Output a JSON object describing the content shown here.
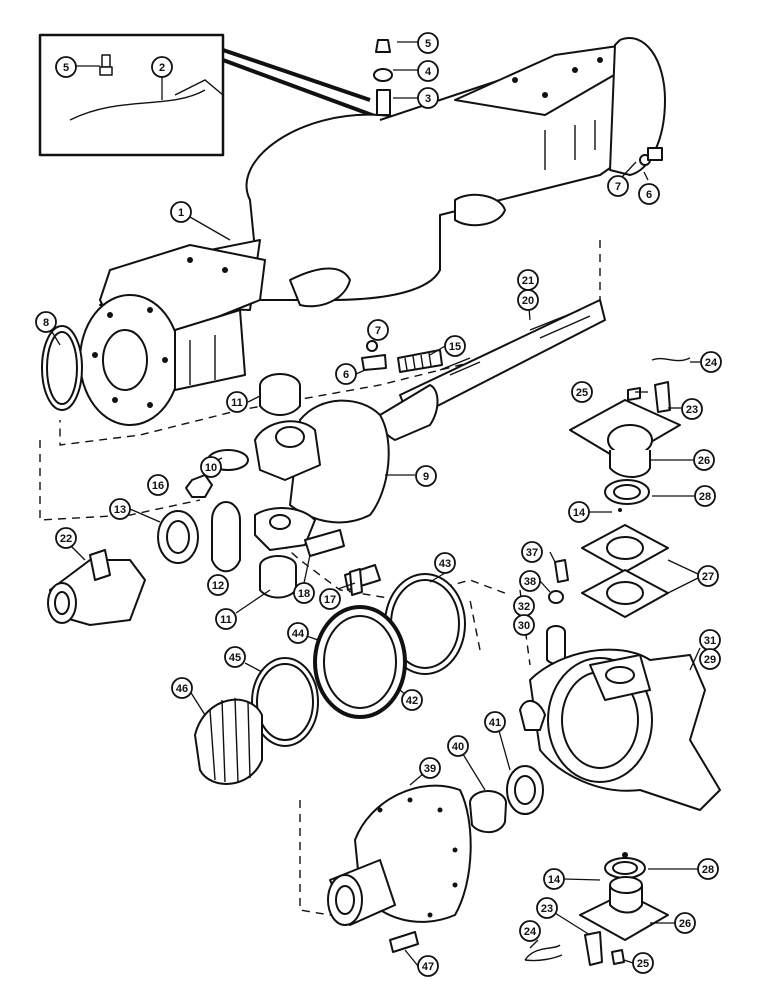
{
  "callouts": [
    {
      "label": "5"
    },
    {
      "label": "2"
    },
    {
      "label": "5"
    },
    {
      "label": "4"
    },
    {
      "label": "3"
    },
    {
      "label": "7"
    },
    {
      "label": "6"
    },
    {
      "label": "1"
    },
    {
      "label": "21"
    },
    {
      "label": "20"
    },
    {
      "label": "8"
    },
    {
      "label": "7"
    },
    {
      "label": "15"
    },
    {
      "label": "6"
    },
    {
      "label": "24"
    },
    {
      "label": "11"
    },
    {
      "label": "25"
    },
    {
      "label": "23"
    },
    {
      "label": "10"
    },
    {
      "label": "16"
    },
    {
      "label": "9"
    },
    {
      "label": "26"
    },
    {
      "label": "28"
    },
    {
      "label": "13"
    },
    {
      "label": "14"
    },
    {
      "label": "22"
    },
    {
      "label": "12"
    },
    {
      "label": "37"
    },
    {
      "label": "27"
    },
    {
      "label": "11"
    },
    {
      "label": "18"
    },
    {
      "label": "38"
    },
    {
      "label": "43"
    },
    {
      "label": "17"
    },
    {
      "label": "32"
    },
    {
      "label": "30"
    },
    {
      "label": "44"
    },
    {
      "label": "31"
    },
    {
      "label": "29"
    },
    {
      "label": "45"
    },
    {
      "label": "42"
    },
    {
      "label": "46"
    },
    {
      "label": "41"
    },
    {
      "label": "40"
    },
    {
      "label": "39"
    },
    {
      "label": "28"
    },
    {
      "label": "14"
    },
    {
      "label": "26"
    },
    {
      "label": "23"
    },
    {
      "label": "24"
    },
    {
      "label": "25"
    },
    {
      "label": "47"
    }
  ]
}
